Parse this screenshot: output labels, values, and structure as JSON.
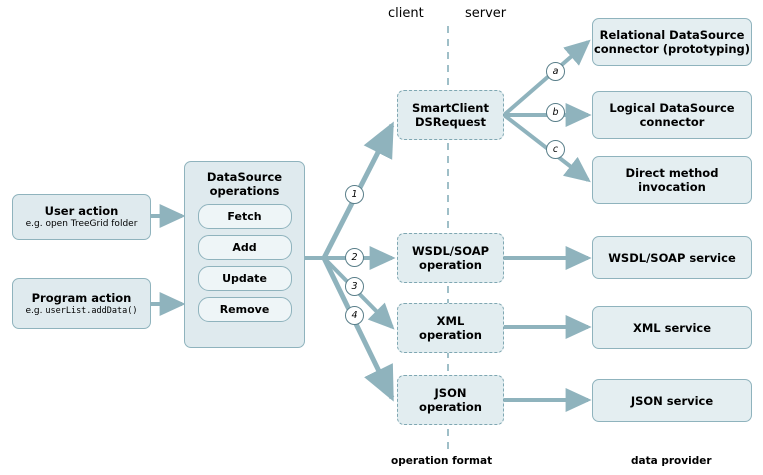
{
  "diagram": {
    "title_labels": {
      "client": "client",
      "server": "server",
      "operation_format": "operation format",
      "data_provider": "data provider"
    },
    "sources": [
      {
        "title": "User action",
        "subtitle": "e.g. open TreeGrid folder",
        "mono": ""
      },
      {
        "title": "Program action",
        "subtitle": "e.g. ",
        "mono": "userList.addData()"
      }
    ],
    "operations_box": {
      "title_line1": "DataSource",
      "title_line2": "operations",
      "buttons": [
        "Fetch",
        "Add",
        "Update",
        "Remove"
      ]
    },
    "markers": {
      "one": "1",
      "two": "2",
      "three": "3",
      "four": "4",
      "a": "a",
      "b": "b",
      "c": "c"
    },
    "formats": [
      {
        "line1": "SmartClient",
        "line2": "DSRequest"
      },
      {
        "line1": "WSDL/SOAP",
        "line2": "operation"
      },
      {
        "line1": "XML",
        "line2": "operation"
      },
      {
        "line1": "JSON",
        "line2": "operation"
      }
    ],
    "providers": [
      {
        "line1": "Relational DataSource",
        "line2": "connector (prototyping)"
      },
      {
        "line1": "Logical DataSource",
        "line2": "connector"
      },
      {
        "line1": "Direct method",
        "line2": "invocation"
      },
      {
        "line1": "WSDL/SOAP service",
        "line2": ""
      },
      {
        "line1": "XML service",
        "line2": ""
      },
      {
        "line1": "JSON service",
        "line2": ""
      }
    ],
    "colors": {
      "node_fill": "#dfeaee",
      "node_border": "#8fb3bd",
      "arrow": "#8fb3bd",
      "divider": "#9fbfc8",
      "button_fill": "#eef5f7"
    }
  }
}
